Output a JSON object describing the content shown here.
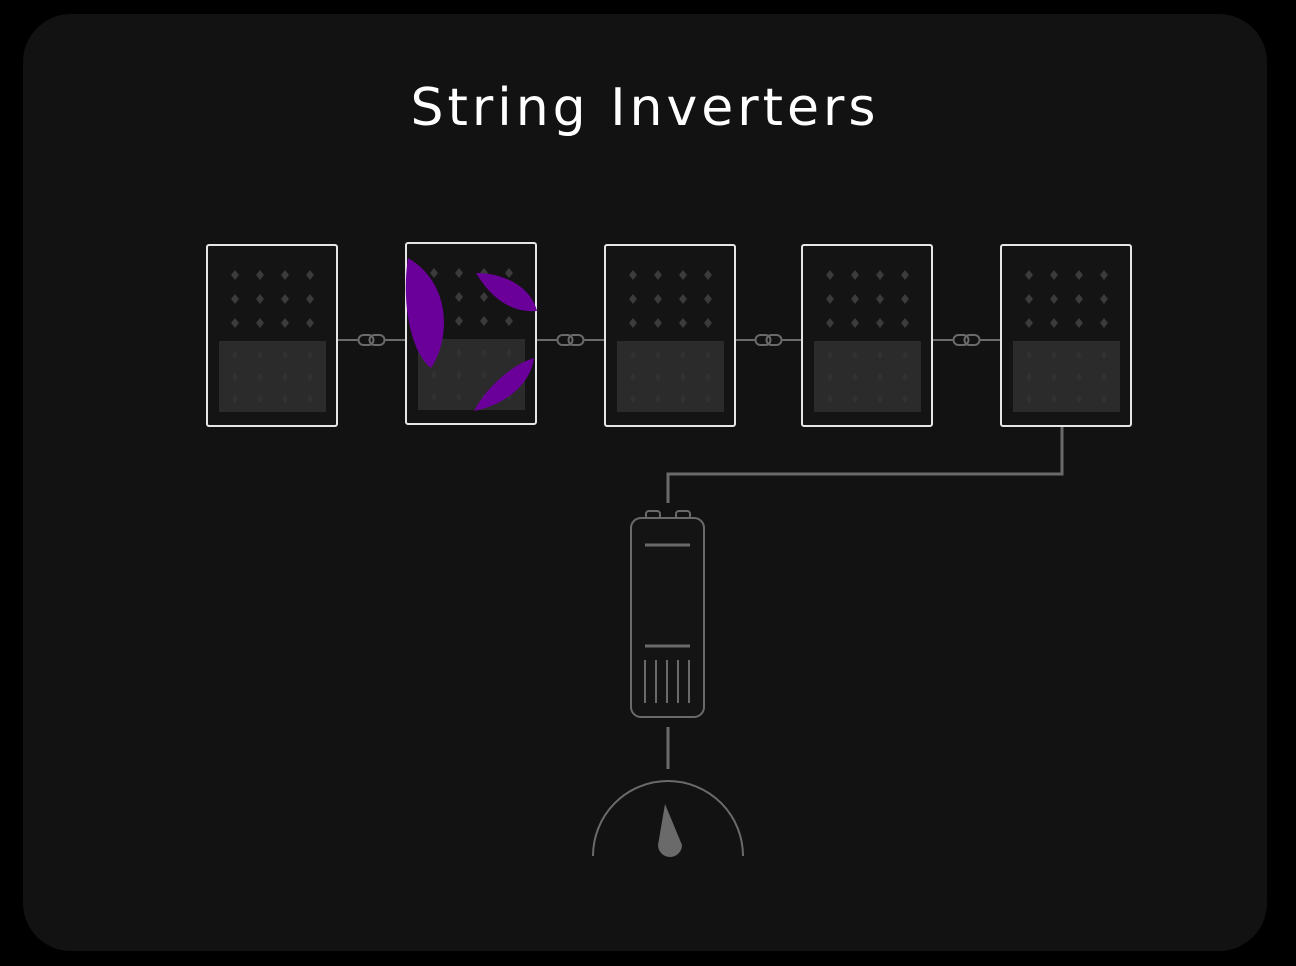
{
  "title": "String Inverters",
  "colors": {
    "background": "#000000",
    "card": "#121212",
    "panel_border": "#e6e6e6",
    "wire": "#6a6a6a",
    "accent_leaf": "#6a0099"
  },
  "icons": {
    "connector": "chain-link-icon",
    "inverter": "inverter-icon",
    "meter": "gauge-meter-icon",
    "overlay": "leaf-icon"
  },
  "panels": [
    {
      "name": "solar-panel-1"
    },
    {
      "name": "solar-panel-2",
      "leaf_overlay": true
    },
    {
      "name": "solar-panel-3"
    },
    {
      "name": "solar-panel-4"
    },
    {
      "name": "solar-panel-5"
    }
  ]
}
